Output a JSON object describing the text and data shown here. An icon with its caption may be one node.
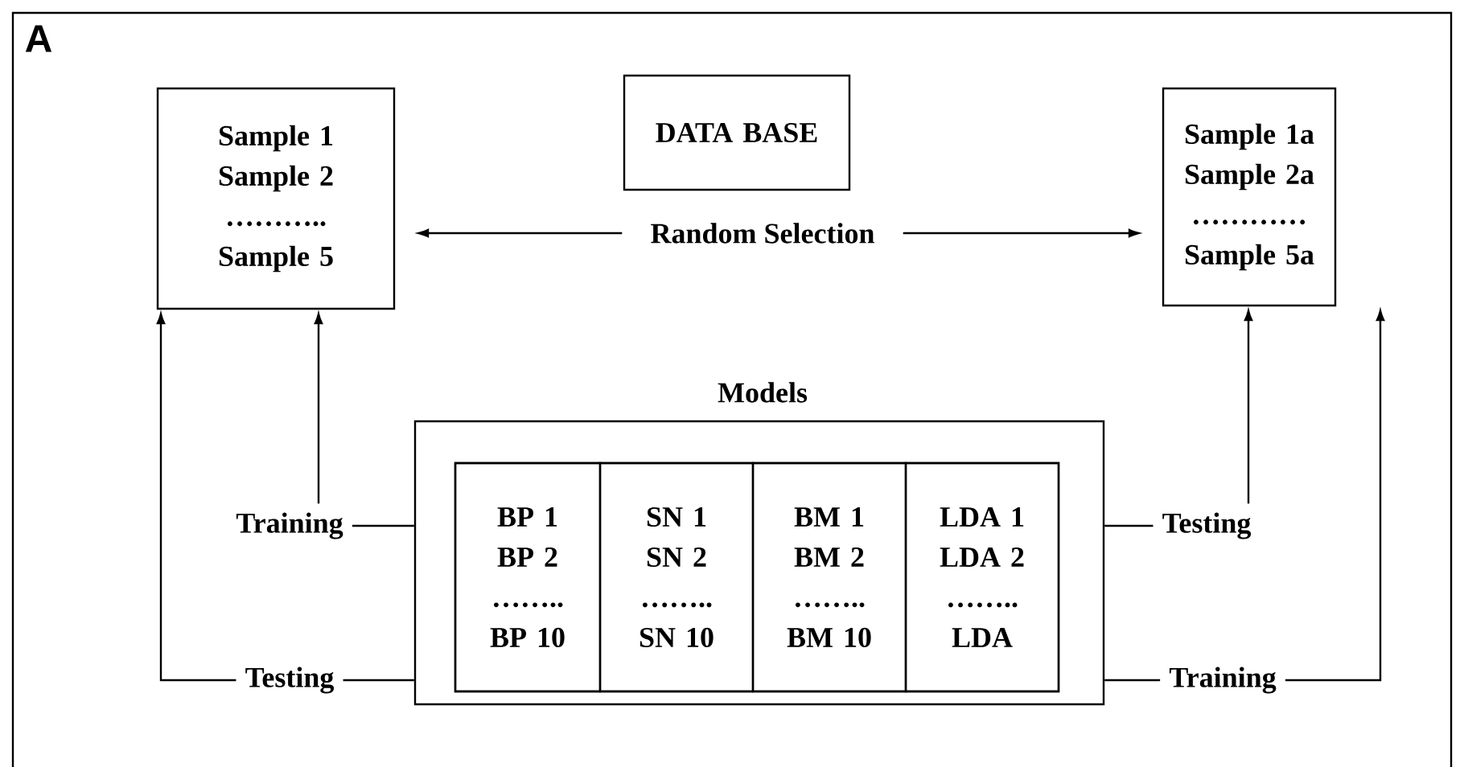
{
  "diagram": {
    "nodes": [
      {
        "text": [
          "Sample 1 Sample 2 ……….. Sample 5"
        ]
      },
      {
        "text": [
          "DATA BASE"
        ]
      },
      {
        "text": [
          "Sample 1a Sample 2a ………… Sample 5a"
        ]
      },
      {
        "text": [
          "Random Selection"
        ]
      },
      {
        "text": [
          "Models"
        ]
      },
      {
        "text": [],
        "shape": "box",
        "in": 4
      },
      {
        "text": [
          "BP 1 BP 2 …….. BP 10"
        ],
        "in": 5
      },
      {
        "text": [
          "SN 1 SN 2 …….. SN 10"
        ],
        "in": 5
      },
      {
        "text": [
          "BM 1 BM 2 …….. BM 10"
        ],
        "in": 5
      },
      {
        "text": [
          "LDA 1 LDA 2 …….. LDA"
        ],
        "in": 5
      },
      {
        "text": [
          "Training"
        ]
      },
      {
        "text": [
          "Testing"
        ]
      },
      {
        "text": [
          "Testing"
        ]
      },
      {
        "text": [
          "Training"
        ]
      }
    ],
    "edges": [
      {
        "from": 3,
        "to": 0,
        "arrow": "to"
      },
      {
        "from": 3,
        "to": 2,
        "arrow": "to"
      },
      {
        "from": 4,
        "to": 10,
        "arrow": "none"
      },
      {
        "from": 10,
        "to": 0,
        "arrow": "to"
      },
      {
        "from": 4,
        "to": 11,
        "arrow": "none"
      },
      {
        "from": 11,
        "to": 2,
        "arrow": "to"
      },
      {
        "from": 4,
        "to": 12,
        "arrow": "none"
      },
      {
        "from": 12,
        "to": 0,
        "arrow": "to"
      },
      {
        "from": 4,
        "to": 13,
        "arrow": "none"
      },
      {
        "from": 13,
        "to": 2,
        "arrow": "to"
      }
    ],
    "labels": [
      "A"
    ]
  }
}
